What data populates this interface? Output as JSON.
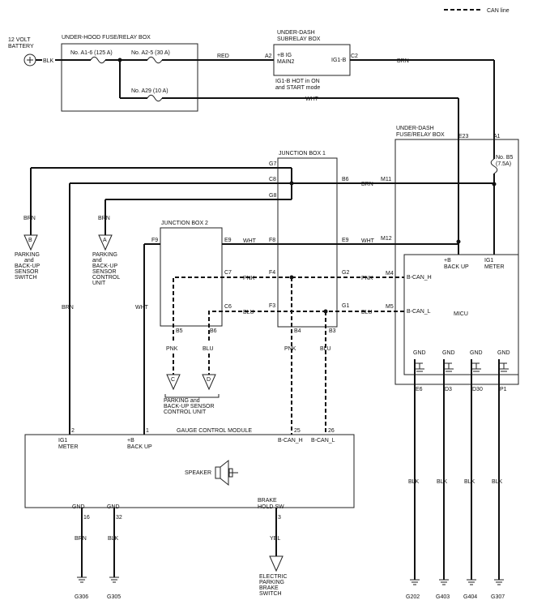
{
  "legend": {
    "can_line": "CAN line"
  },
  "battery": {
    "label_1": "12 VOLT",
    "label_2": "BATTERY",
    "wire": "BLK"
  },
  "underhood": {
    "title": "UNDER-HOOD FUSE/RELAY BOX",
    "fuse_a16": "No. A1-6 (125 A)",
    "fuse_a25": "No. A2-5 (30 A)",
    "fuse_a29": "No. A29 (10 A)"
  },
  "subrelay": {
    "title_1": "UNDER-DASH",
    "title_2": "SUBRELAY BOX",
    "in_1": "+B IG",
    "in_2": "MAIN2",
    "out": "IG1-B",
    "note_1": "IG1-B HOT in ON",
    "note_2": "and START mode",
    "pin_a2": "A2",
    "pin_c2": "C2"
  },
  "wires": {
    "red": "RED",
    "brn": "BRN",
    "wht": "WHT",
    "pnk": "PNK",
    "blu": "BLU",
    "blk": "BLK",
    "yel": "YEL"
  },
  "underdash": {
    "title_1": "UNDER-DASH",
    "title_2": "FUSE/RELAY BOX",
    "pin_e23": "E23",
    "pin_a1": "A1",
    "fuse_b5": "No. B5",
    "fuse_b5_rating": "(7.5A)"
  },
  "jb1": {
    "title": "JUNCTION BOX 1",
    "g7": "G7",
    "c8": "C8",
    "g8": "G8",
    "b6": "B6",
    "f8": "F8",
    "e9": "E9",
    "f4": "F4",
    "g2": "G2",
    "f3": "F3",
    "g1": "G1",
    "b4": "B4",
    "b3": "B3"
  },
  "jb2": {
    "title": "JUNCTION BOX 2",
    "f9": "F9",
    "e9": "E9",
    "c7": "C7",
    "c6": "C6",
    "b5": "B5",
    "b6": "B6"
  },
  "micu": {
    "title": "MICU",
    "m11": "M11",
    "m12": "M12",
    "m4": "M4",
    "m5": "M5",
    "backup_1": "+B",
    "backup_2": "BACK UP",
    "meter_1": "IG1",
    "meter_2": "METER",
    "can_h": "B-CAN_H",
    "can_l": "B-CAN_L",
    "gnd": "GND",
    "e6": "E6",
    "d3": "D3",
    "d30": "D30",
    "p1": "P1"
  },
  "connectors": {
    "b": "B",
    "a": "A",
    "c": "C",
    "d": "D"
  },
  "parking_switch": {
    "l1": "PARKING",
    "l2": "and",
    "l3": "BACK-UP",
    "l4": "SENSOR",
    "l5": "SWITCH"
  },
  "parking_unit": {
    "l1": "PARKING",
    "l2": "and",
    "l3": "BACK-UP",
    "l4": "SENSOR",
    "l5": "CONTROL",
    "l6": "UNIT"
  },
  "parking_unit_2": {
    "l1": "PARKING and",
    "l2": "BACK-UP SENSOR",
    "l3": "CONTROL UNIT"
  },
  "gcm": {
    "title": "GAUGE CONTROL MODULE",
    "pin_2": "2",
    "pin_1": "1",
    "pin_25": "25",
    "pin_26": "26",
    "meter_1": "IG1",
    "meter_2": "METER",
    "backup_1": "+B",
    "backup_2": "BACK UP",
    "can_h": "B-CAN_H",
    "can_l": "B-CAN_L",
    "speaker": "SPEAKER",
    "gnd": "GND",
    "pin_16": "16",
    "pin_32": "32",
    "pin_3": "3",
    "brake_1": "BRAKE",
    "brake_2": "HOLD SW"
  },
  "brake_switch": {
    "l1": "ELECTRIC",
    "l2": "PARKING",
    "l3": "BRAKE",
    "l4": "SWITCH"
  },
  "grounds": {
    "g306": "G306",
    "g305": "G305",
    "g202": "G202",
    "g403": "G403",
    "g404": "G404",
    "g307": "G307"
  }
}
